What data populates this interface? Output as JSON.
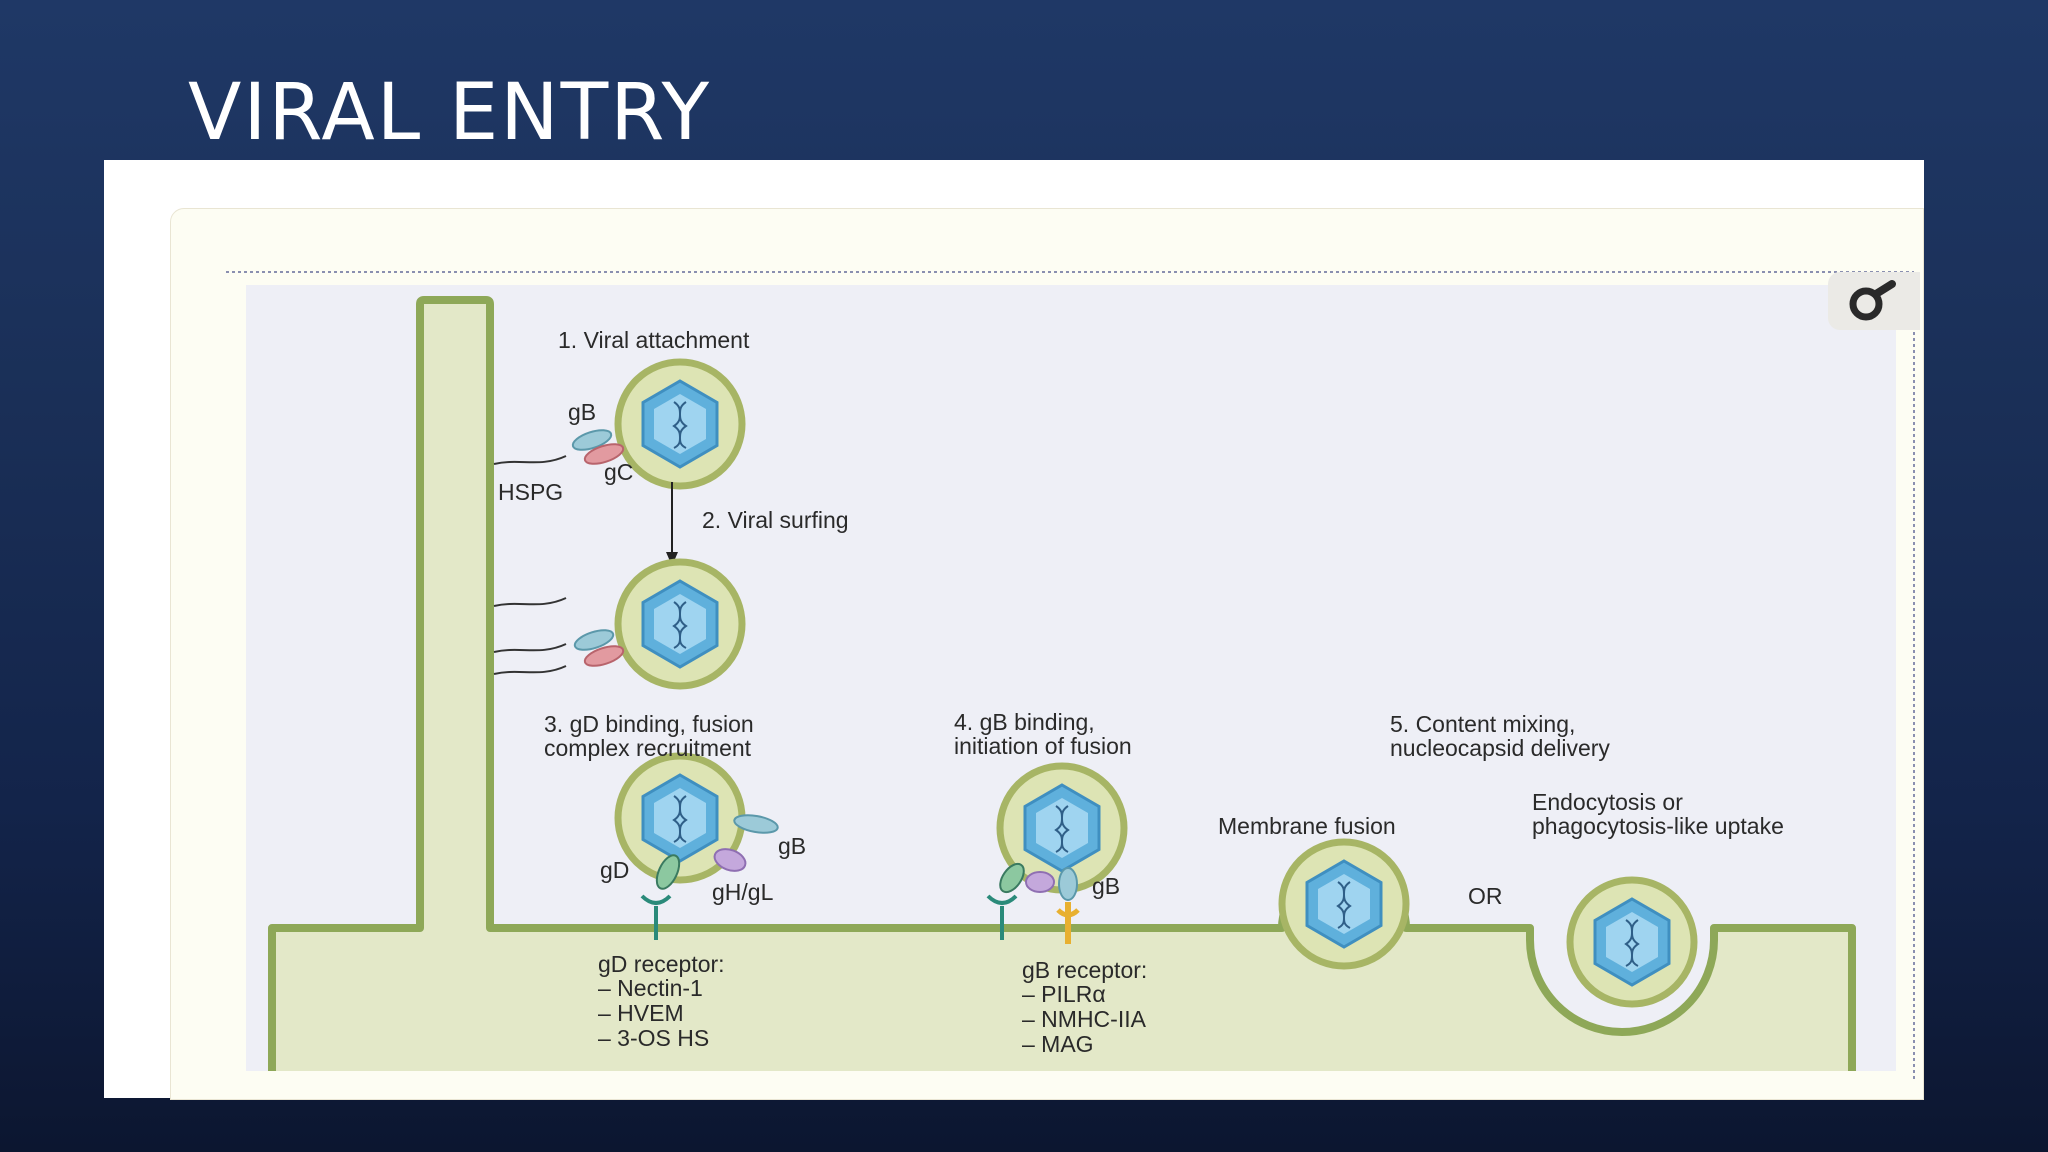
{
  "slide": {
    "title": "VIRAL ENTRY"
  },
  "diagram": {
    "step1": "1. Viral attachment",
    "step2": "2. Viral surfing",
    "step3_line1": "3. gD binding, fusion",
    "step3_line2": "complex recruitment",
    "step4_line1": "4. gB binding,",
    "step4_line2": "initiation of fusion",
    "step5_line1": "5. Content mixing,",
    "step5_line2": "nucleocapsid delivery",
    "label_gB": "gB",
    "label_gC": "gC",
    "label_HSPG": "HSPG",
    "label_gD": "gD",
    "label_gHgL": "gH/gL",
    "label_membrane_fusion": "Membrane fusion",
    "label_or": "OR",
    "label_endocytosis_line1": "Endocytosis or",
    "label_endocytosis_line2": "phagocytosis-like uptake",
    "gD_receptor_title": "gD receptor:",
    "gD_receptors": [
      "– Nectin-1",
      "– HVEM",
      "– 3-OS HS"
    ],
    "gB_receptor_title": "gB receptor:",
    "gB_receptors": [
      "– PILRα",
      "– NMHC-IIA",
      "– MAG"
    ]
  },
  "icons": {
    "zoom": "zoom-magnifier-icon"
  },
  "colors": {
    "cytoplasm": "#e3e8c8",
    "membrane": "#8ea858",
    "capsid": "#5fb0dc",
    "envelope": "#a7b565",
    "gB_protein": "#9ccad8",
    "gC_protein": "#e29aa0",
    "gD_receptor": "#2a8a7a",
    "gB_receptor": "#e8b030"
  }
}
